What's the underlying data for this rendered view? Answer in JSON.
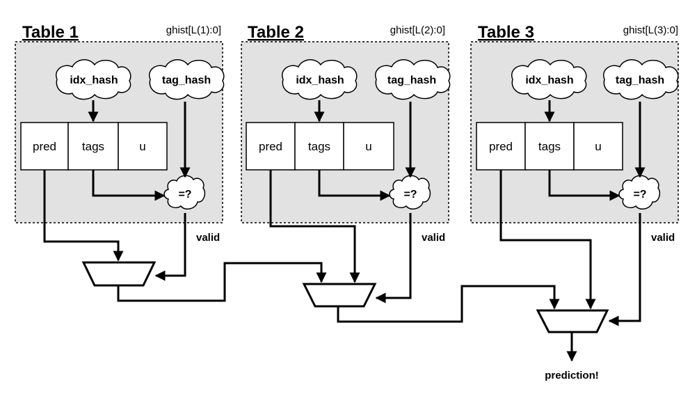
{
  "tables": [
    {
      "title": "Table 1",
      "ghist": "ghist[L(1):0]",
      "idx_hash": "idx_hash",
      "tag_hash": "tag_hash",
      "cells": [
        "pred",
        "tags",
        "u"
      ],
      "compare": "=?",
      "valid": "valid"
    },
    {
      "title": "Table 2",
      "ghist": "ghist[L(2):0]",
      "idx_hash": "idx_hash",
      "tag_hash": "tag_hash",
      "cells": [
        "pred",
        "tags",
        "u"
      ],
      "compare": "=?",
      "valid": "valid"
    },
    {
      "title": "Table 3",
      "ghist": "ghist[L(3):0]",
      "idx_hash": "idx_hash",
      "tag_hash": "tag_hash",
      "cells": [
        "pred",
        "tags",
        "u"
      ],
      "compare": "=?",
      "valid": "valid"
    }
  ],
  "output": "prediction!",
  "colors": {
    "panel": "#e2e2e2",
    "stroke": "#000000",
    "cloud": "#ffffff"
  }
}
